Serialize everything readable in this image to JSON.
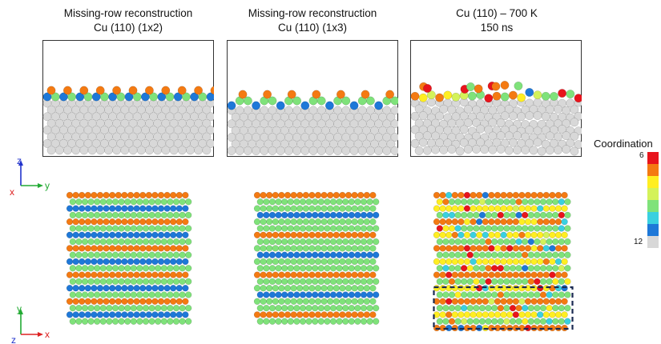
{
  "columns": [
    {
      "title_line1": "Missing-row reconstruction",
      "title_line2": "Cu (110) (1x2)"
    },
    {
      "title_line1": "Missing-row reconstruction",
      "title_line2": "Cu (110) (1x3)"
    },
    {
      "title_line1": "Cu (110) – 700 K",
      "title_line2": "150 ns"
    }
  ],
  "legend": {
    "title": "Coordination",
    "max_label": "6",
    "min_label": "12",
    "colors": [
      "#e8141c",
      "#f47a12",
      "#ffee22",
      "#d4f25a",
      "#7fe27a",
      "#3ad0e0",
      "#1e78d8",
      "#d8d8d8"
    ]
  },
  "axes_side": {
    "up": "z",
    "right": "y",
    "out": "x"
  },
  "axes_top": {
    "up": "y",
    "right": "x",
    "out": "z"
  },
  "colors": {
    "orange": "#f47a12",
    "green": "#7fe27a",
    "blue": "#1e78d8",
    "grey": "#d8d8d8",
    "red": "#e8141c",
    "yellow": "#ffee22",
    "cyan": "#3ad0e0",
    "lime": "#d4f25a",
    "highlight": "#1a2a52"
  }
}
